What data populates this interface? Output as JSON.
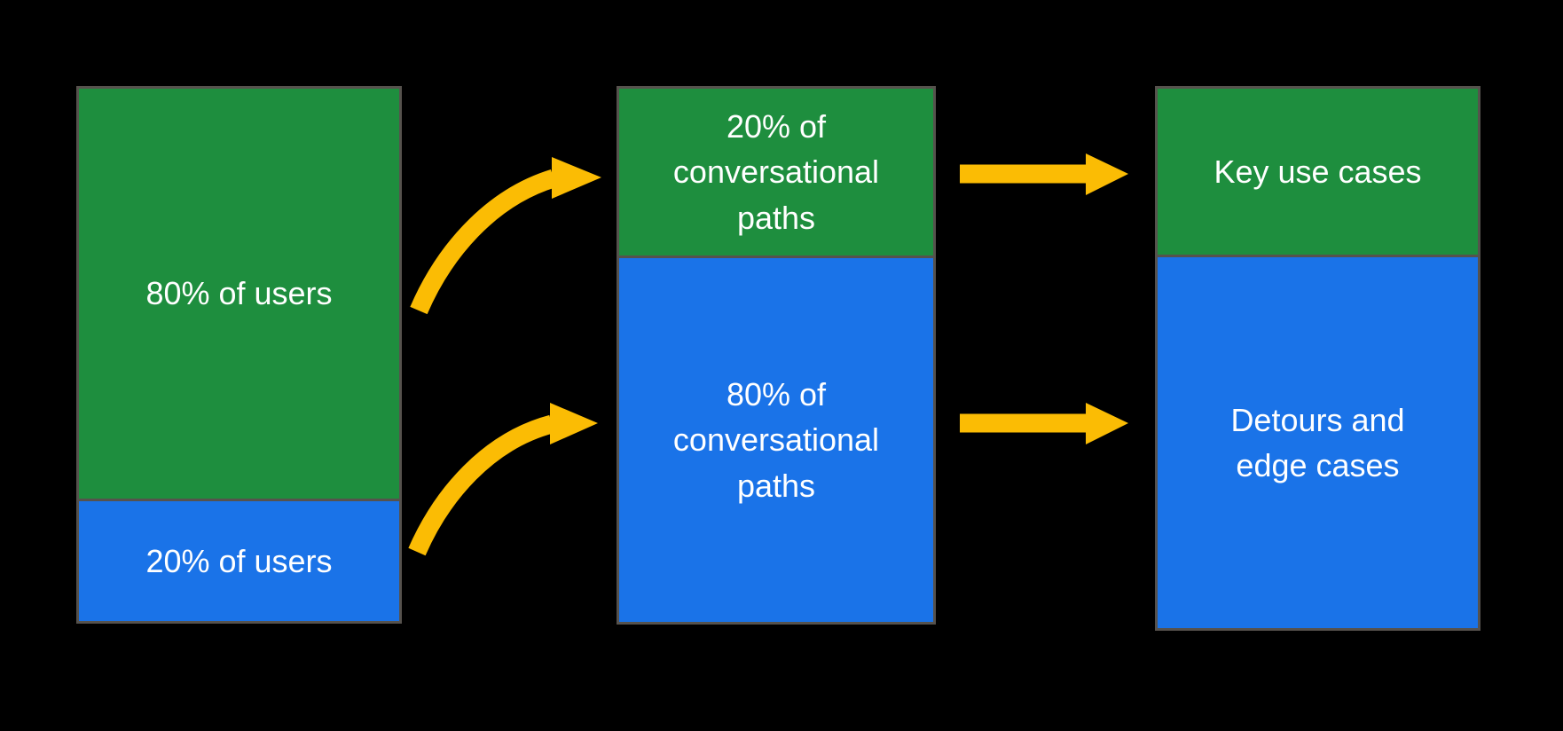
{
  "colors": {
    "segment_green": "#1e8e3e",
    "segment_blue": "#1a73e8",
    "arrow_yellow": "#fbbc04",
    "border_gray": "#56524d",
    "label_white": "#ffffff",
    "background_black": "#000000"
  },
  "diagram": {
    "columns": [
      {
        "name": "users",
        "segments": [
          {
            "text": "80% of users",
            "color": "green"
          },
          {
            "text": "20% of users",
            "color": "blue"
          }
        ]
      },
      {
        "name": "conversational-paths",
        "segments": [
          {
            "text": "20% of conversational paths",
            "color": "green"
          },
          {
            "text": "80% of conversational paths",
            "color": "blue"
          }
        ]
      },
      {
        "name": "outcomes",
        "segments": [
          {
            "text": "Key use cases",
            "color": "green"
          },
          {
            "text": "Detours and edge cases",
            "color": "blue"
          }
        ]
      }
    ],
    "arrows": [
      {
        "style": "curved",
        "from": "80% of users",
        "to": "20% of conversational paths"
      },
      {
        "style": "curved",
        "from": "20% of users",
        "to": "80% of conversational paths"
      },
      {
        "style": "straight",
        "from": "20% of conversational paths",
        "to": "Key use cases"
      },
      {
        "style": "straight",
        "from": "80% of conversational paths",
        "to": "Detours and edge cases"
      }
    ]
  }
}
